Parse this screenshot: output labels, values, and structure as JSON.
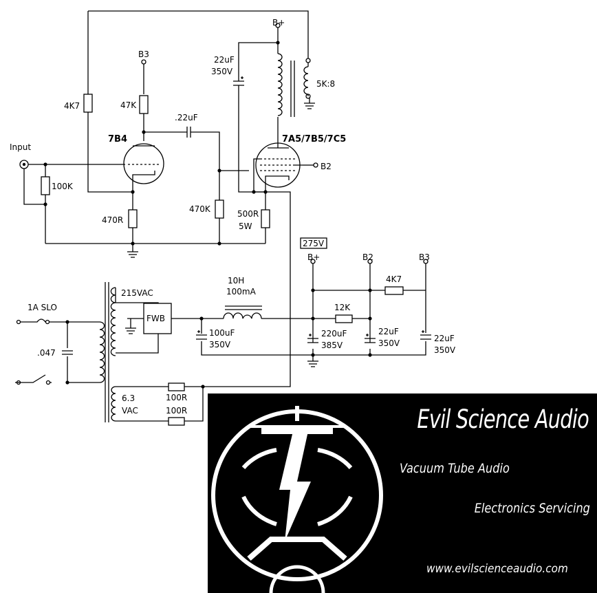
{
  "labels": {
    "input": "Input",
    "b3_top": "B3",
    "r_4k7": "4K7",
    "r_47k": "47K",
    "c_22uf_coupling": ".22uF",
    "tube_v1": "7B4",
    "r_100k": "100K",
    "r_470r": "470R",
    "bplus_top": "B+",
    "c_out_value": "22uF",
    "c_out_voltage": "350V",
    "ot_ratio": "5K:8",
    "tube_v2": "7A5/7B5/7C5",
    "b2_screen": "B2",
    "r_470k": "470K",
    "r_500r": "500R",
    "r_500r_watts": "5W",
    "psu_voltage": "275V",
    "psu_bplus": "B+",
    "psu_b2": "B2",
    "psu_b3": "B3",
    "r_4k7_psu": "4K7",
    "r_12k": "12K",
    "choke_h": "10H",
    "choke_ma": "100mA",
    "pt_secondary": "215VAC",
    "rectifier": "FWB",
    "fuse": "1A SLO",
    "c_047": ".047",
    "c_100uf": "100uF",
    "c_100uf_v": "350V",
    "c_220uf": "220uF",
    "c_220uf_v": "385V",
    "c_22uf_b2": "22uF",
    "c_22uf_b2_v": "350V",
    "c_22uf_b3": "22uF",
    "c_22uf_b3_v": "350V",
    "heater_v": "6.3",
    "heater_vac": "VAC",
    "r_100r_a": "100R",
    "r_100r_b": "100R"
  },
  "logo": {
    "title": "Evil Science Audio",
    "line1": "Vacuum Tube Audio",
    "line2": "Electronics Servicing",
    "url": "www.evilscienceaudio.com"
  }
}
